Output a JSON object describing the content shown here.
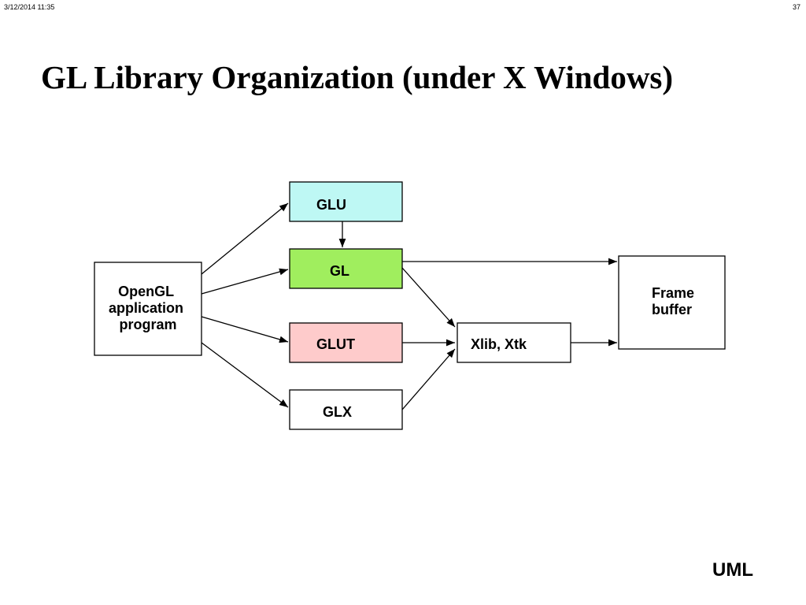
{
  "header": {
    "date": "3/12/2014  11:35",
    "page_number": "37"
  },
  "slide": {
    "title": "GL Library Organization (under X Windows)"
  },
  "diagram": {
    "nodes": {
      "app": {
        "lines": [
          "OpenGL",
          "application",
          "program"
        ],
        "fill": "#ffffff"
      },
      "glu": {
        "label": "GLU",
        "fill": "#bef8f4"
      },
      "gl": {
        "label": "GL",
        "fill": "#a0ee5e"
      },
      "glut": {
        "label": "GLUT",
        "fill": "#fecbcb"
      },
      "glx": {
        "label": "GLX",
        "fill": "#ffffff"
      },
      "xlib": {
        "label": "Xlib, Xtk",
        "fill": "#ffffff"
      },
      "frame": {
        "lines": [
          "Frame",
          "buffer"
        ],
        "fill": "#ffffff"
      }
    },
    "edges": [
      {
        "from": "app",
        "to": "glu"
      },
      {
        "from": "app",
        "to": "gl"
      },
      {
        "from": "app",
        "to": "glut"
      },
      {
        "from": "app",
        "to": "glx"
      },
      {
        "from": "glu",
        "to": "gl"
      },
      {
        "from": "gl",
        "to": "frame"
      },
      {
        "from": "gl",
        "to": "xlib"
      },
      {
        "from": "glut",
        "to": "xlib"
      },
      {
        "from": "glx",
        "to": "xlib"
      },
      {
        "from": "xlib",
        "to": "frame"
      }
    ]
  },
  "footer": {
    "mark": "UML"
  }
}
